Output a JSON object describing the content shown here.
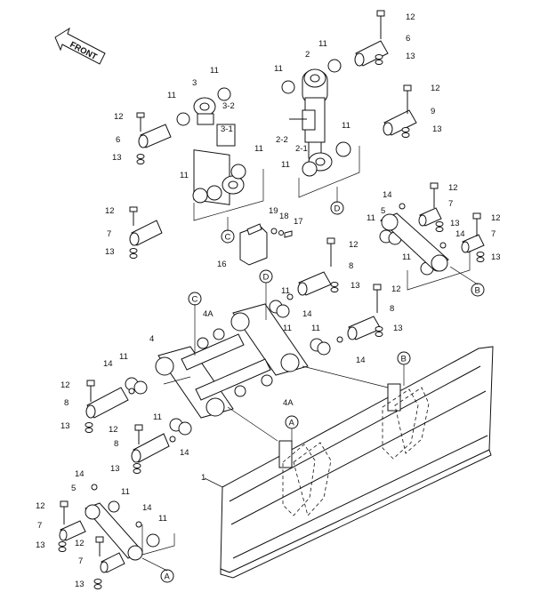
{
  "callouts": {
    "front": "FRONT",
    "n1": "1",
    "n2": "2",
    "n2_1": "2-1",
    "n2_2": "2-2",
    "n3": "3",
    "n3_1": "3-1",
    "n3_2": "3-2",
    "n4": "4",
    "n4a": "4A",
    "n5": "5",
    "n6": "6",
    "n7": "7",
    "n8": "8",
    "n9": "9",
    "n11": "11",
    "n12": "12",
    "n13": "13",
    "n14": "14",
    "n16": "16",
    "n17": "17",
    "n18": "18",
    "n19": "19",
    "refA": "A",
    "refB": "B",
    "refC": "C",
    "refD": "D"
  }
}
